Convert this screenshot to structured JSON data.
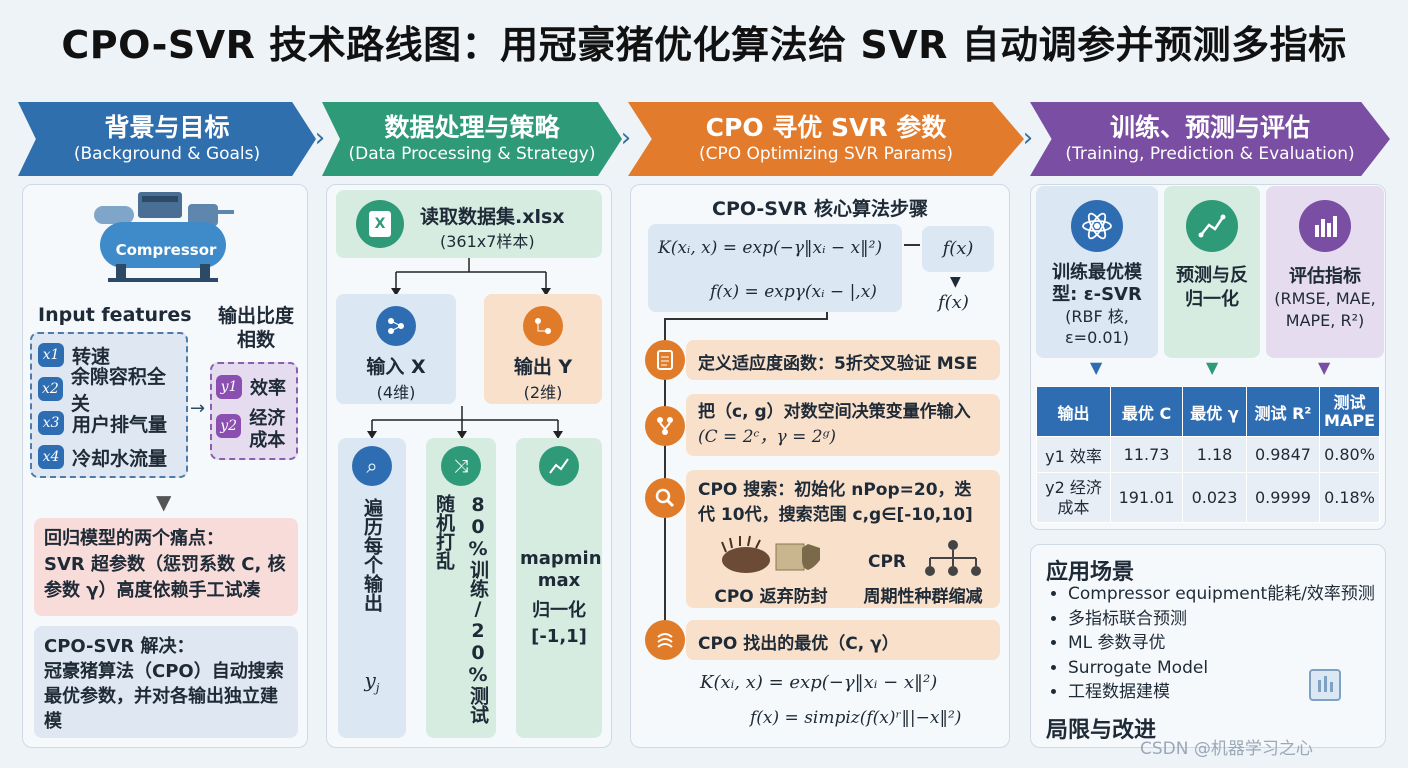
{
  "title": "CPO-SVR 技术路线图：用冠豪猪优化算法给 SVR 自动调参并预测多指标",
  "stages": [
    {
      "main": "背景与目标",
      "sub": "(Background & Goals)",
      "color": "#2f6fae"
    },
    {
      "main": "数据处理与策略",
      "sub": "(Data Processing & Strategy)",
      "color": "#2f9a78"
    },
    {
      "main": "CPO 寻优 SVR 参数",
      "sub": "(CPO Optimizing SVR Params)",
      "color": "#e37b2c"
    },
    {
      "main": "训练、预测与评估",
      "sub": "(Training, Prediction & Evaluation)",
      "color": "#7a4ea2"
    }
  ],
  "col1": {
    "compressor_label": "Compressor",
    "input_title": "Input features",
    "inputs": [
      {
        "tag": "x1",
        "label": "转速"
      },
      {
        "tag": "x2",
        "label": "余隙容积全关"
      },
      {
        "tag": "x3",
        "label": "用户排气量"
      },
      {
        "tag": "x4",
        "label": "冷却水流量"
      }
    ],
    "output_title": "输出比度相数",
    "outputs": [
      {
        "tag": "y1",
        "label": "效率"
      },
      {
        "tag": "y2",
        "label": "经济成本"
      }
    ],
    "pain_title": "回归模型的两个痛点：",
    "pain_text": "SVR 超参数（惩罚系数 C, 核参数 γ）高度依赖手工试凑",
    "solve_title": "CPO-SVR 解决：",
    "solve_text": "冠豪猪算法（CPO）自动搜索最优参数，并对各输出独立建模"
  },
  "col2": {
    "read_title": "读取数据集.xlsx",
    "read_sub": "(361x7样本)",
    "input_label": "输入 X",
    "input_sub": "(4维)",
    "output_label": "输出 Y",
    "output_sub": "(2维)",
    "loop_text": "遍历每个输出",
    "loop_var": "y",
    "loop_sub": "j",
    "split_text": "80%训练/20%测试随机打乱",
    "norm_title": "mapmin max",
    "norm_text": "归一化 [-1,1]"
  },
  "col3": {
    "core_title": "CPO-SVR 核心算法步骤",
    "formula1": "K(xᵢ, x) = exp(−γ‖xᵢ − x‖²)",
    "formula1_side": "f(x)",
    "formula1_side2": "f(x)",
    "formula2": "f(x) = expγ(xᵢ − |,x)",
    "steps": [
      {
        "text": "定义适应度函数：5折交叉验证 MSE"
      },
      {
        "text": "把（c, g）对数空间决策变量作输入",
        "sub": "(C = 2ᶜ，γ = 2ᵍ)"
      },
      {
        "text": "CPO 搜索：初始化 nPop=20，迭代 10代，搜索范围 c,g∈[-10,10]"
      },
      {
        "text": "CPO 找出的最优（C, γ）"
      }
    ],
    "defense_label": "CPO 返弃防封",
    "cpr_title": "CPR",
    "cpr_label": "周期性种群缩减",
    "formula3": "K(xᵢ, x) = exp(−γ‖xᵢ − x‖²)",
    "formula4": "f(x) = simpiz(f(x)ʳ‖|−x‖²)"
  },
  "col4": {
    "cards": [
      {
        "title": "训练最优模型: ε-SVR",
        "sub": "(RBF 核, ε=0.01)"
      },
      {
        "title": "预测与反归一化",
        "sub": ""
      },
      {
        "title": "评估指标",
        "sub": "(RMSE, MAE, MAPE, R²)"
      }
    ],
    "table_headers": [
      "输出",
      "最优 C",
      "最优 γ",
      "测试 R²",
      "测试 MAPE"
    ],
    "table_rows": [
      [
        "y1 效率",
        "11.73",
        "1.18",
        "0.9847",
        "0.80%"
      ],
      [
        "y2 经济成本",
        "191.01",
        "0.023",
        "0.9999",
        "0.18%"
      ]
    ],
    "app_title": "应用场景",
    "apps": [
      "Compressor equipment能耗/效率预测",
      "多指标联合预测",
      "ML 参数寻优",
      "Surrogate Model",
      "工程数据建模"
    ],
    "limit_title": "局限与改进"
  },
  "watermark": "CSDN @机器学习之心"
}
